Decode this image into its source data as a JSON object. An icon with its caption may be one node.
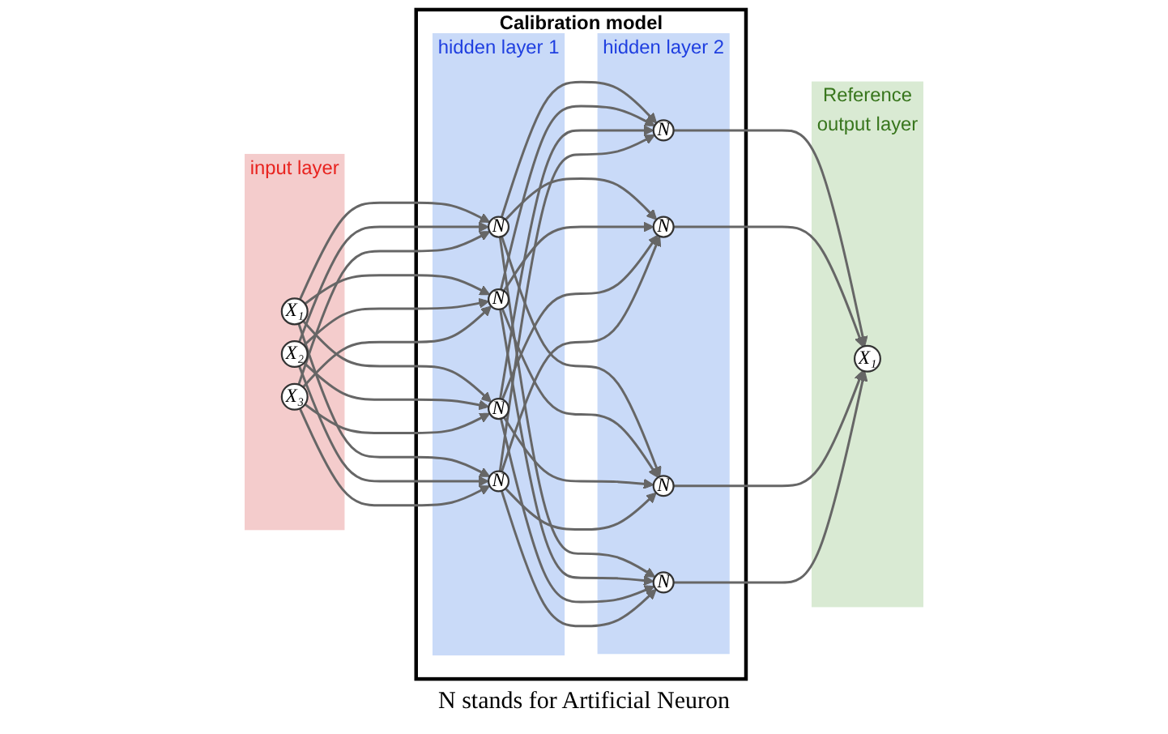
{
  "diagram": {
    "nodes": [
      {
        "text": [
          "Calibration model"
        ]
      },
      {
        "text": [
          "input layer"
        ]
      },
      {
        "text": [
          "X₁"
        ],
        "in": 1
      },
      {
        "text": [
          "X₂"
        ],
        "in": 1
      },
      {
        "text": [
          "X₃"
        ],
        "in": 1
      },
      {
        "text": [
          "hidden layer 1"
        ],
        "in": 0
      },
      {
        "text": [
          "N"
        ],
        "in": 5
      },
      {
        "text": [
          "N"
        ],
        "in": 5
      },
      {
        "text": [
          "N"
        ],
        "in": 5
      },
      {
        "text": [
          "N"
        ],
        "in": 5
      },
      {
        "text": [
          "hidden layer 2"
        ],
        "in": 0
      },
      {
        "text": [
          "N"
        ],
        "in": 10
      },
      {
        "text": [
          "N"
        ],
        "in": 10
      },
      {
        "text": [
          "N"
        ],
        "in": 10
      },
      {
        "text": [
          "N"
        ],
        "in": 10
      },
      {
        "text": [
          "Reference",
          "output layer"
        ]
      },
      {
        "text": [
          "X₁"
        ],
        "in": 15
      }
    ],
    "labels": [
      "N stands for Artificial Neuron"
    ],
    "edges": [
      {
        "from": 2,
        "to": 6,
        "arrow": "to"
      },
      {
        "from": 2,
        "to": 7,
        "arrow": "to"
      },
      {
        "from": 2,
        "to": 8,
        "arrow": "to"
      },
      {
        "from": 2,
        "to": 9,
        "arrow": "to"
      },
      {
        "from": 3,
        "to": 6,
        "arrow": "to"
      },
      {
        "from": 3,
        "to": 7,
        "arrow": "to"
      },
      {
        "from": 3,
        "to": 8,
        "arrow": "to"
      },
      {
        "from": 3,
        "to": 9,
        "arrow": "to"
      },
      {
        "from": 4,
        "to": 6,
        "arrow": "to"
      },
      {
        "from": 4,
        "to": 7,
        "arrow": "to"
      },
      {
        "from": 4,
        "to": 8,
        "arrow": "to"
      },
      {
        "from": 4,
        "to": 9,
        "arrow": "to"
      },
      {
        "from": 6,
        "to": 11,
        "arrow": "to"
      },
      {
        "from": 6,
        "to": 12,
        "arrow": "to"
      },
      {
        "from": 6,
        "to": 13,
        "arrow": "to"
      },
      {
        "from": 6,
        "to": 14,
        "arrow": "to"
      },
      {
        "from": 7,
        "to": 11,
        "arrow": "to"
      },
      {
        "from": 7,
        "to": 12,
        "arrow": "to"
      },
      {
        "from": 7,
        "to": 13,
        "arrow": "to"
      },
      {
        "from": 7,
        "to": 14,
        "arrow": "to"
      },
      {
        "from": 8,
        "to": 11,
        "arrow": "to"
      },
      {
        "from": 8,
        "to": 12,
        "arrow": "to"
      },
      {
        "from": 8,
        "to": 13,
        "arrow": "to"
      },
      {
        "from": 8,
        "to": 14,
        "arrow": "to"
      },
      {
        "from": 9,
        "to": 11,
        "arrow": "to"
      },
      {
        "from": 9,
        "to": 12,
        "arrow": "to"
      },
      {
        "from": 9,
        "to": 13,
        "arrow": "to"
      },
      {
        "from": 9,
        "to": 14,
        "arrow": "to"
      },
      {
        "from": 11,
        "to": 16,
        "arrow": "to"
      },
      {
        "from": 12,
        "to": 16,
        "arrow": "to"
      },
      {
        "from": 13,
        "to": 16,
        "arrow": "to"
      },
      {
        "from": 14,
        "to": 16,
        "arrow": "to"
      }
    ]
  }
}
